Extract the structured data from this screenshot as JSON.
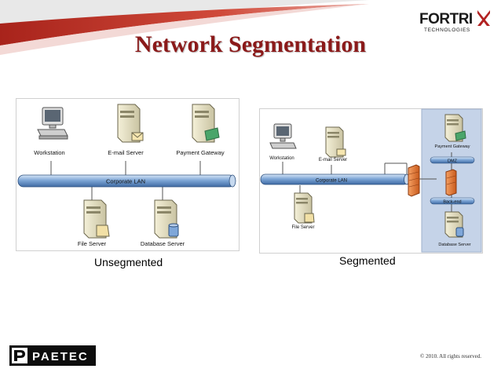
{
  "slide": {
    "title": "Network Segmentation",
    "brand": {
      "name": "FORTRIX",
      "sub": "TECHNOLOGIES"
    },
    "footer_logo": "PAETEC",
    "copyright": "© 2010.  All rights reserved."
  },
  "unsegmented": {
    "caption": "Unsegmented",
    "lan_label": "Corporate LAN",
    "nodes": {
      "workstation": "Workstation",
      "email_server": "E-mail Server",
      "payment_gateway": "Payment Gateway",
      "file_server": "File Server",
      "database_server": "Database Server"
    }
  },
  "segmented": {
    "caption": "Segmented",
    "lan_label": "Corporate LAN",
    "dmz_label": "DMZ",
    "backend_label": "Back-end",
    "nodes": {
      "workstation": "Workstation",
      "email_server": "E-mail Server",
      "file_server": "File Server",
      "payment_gateway": "Payment Gateway",
      "database_server": "Database Server"
    }
  },
  "colors": {
    "title": "#8b1a1a",
    "banner_red": "#c0392b",
    "lan_blue": "#7ea6d6",
    "zone_blue": "#c5d3e8",
    "firewall": "#e8732c"
  }
}
